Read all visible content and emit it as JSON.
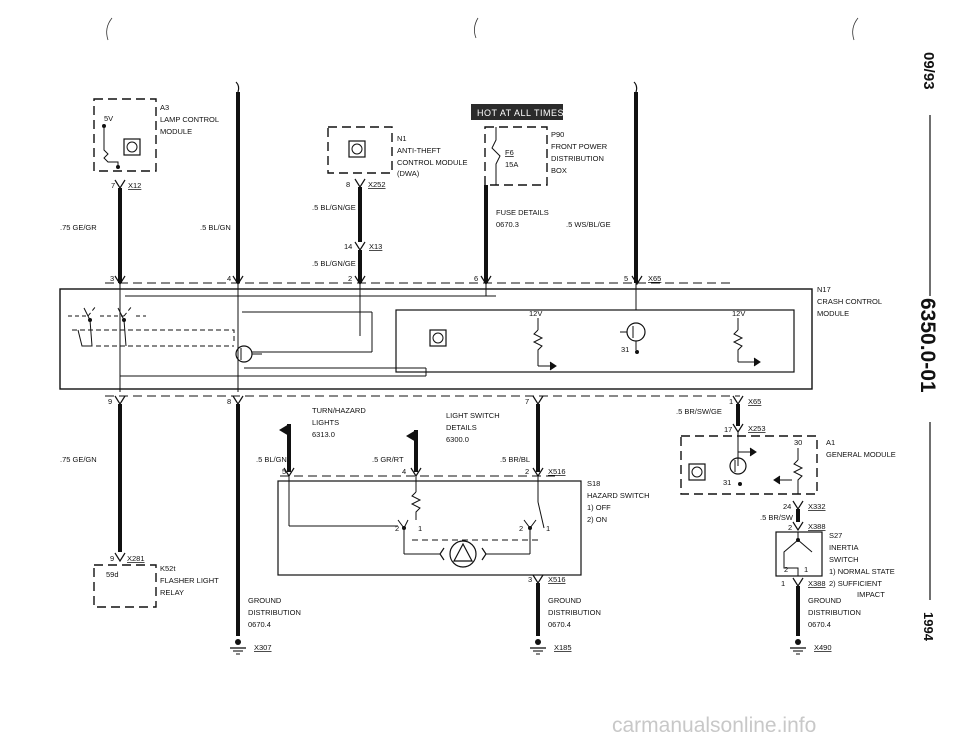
{
  "header": {
    "banner": "HOT AT ALL TIMES"
  },
  "side": {
    "date": "09/93",
    "section": "6350.0-01",
    "year": "1994"
  },
  "watermark": "carmanualsonline.info",
  "components": {
    "a3": {
      "id": "A3",
      "line1": "LAMP CONTROL",
      "line2": "MODULE",
      "volt": "5V",
      "conn": "X12",
      "pin": "7"
    },
    "n1": {
      "id": "N1",
      "line1": "ANTI-THEFT",
      "line2": "CONTROL MODULE",
      "line3": "(DWA)",
      "conn": "X252",
      "pin": "8"
    },
    "p90": {
      "id": "P90",
      "line1": "FRONT POWER",
      "line2": "DISTRIBUTION",
      "line3": "BOX",
      "fuse": "F6",
      "amp": "15A"
    },
    "n17": {
      "id": "N17",
      "line1": "CRASH CONTROL",
      "line2": "MODULE",
      "v1": "12V",
      "v2": "12V",
      "pin31": "31"
    },
    "a1": {
      "id": "A1",
      "line1": "GENERAL MODULE",
      "pin30": "30",
      "pin31": "31",
      "conn": "X253",
      "pin": "17"
    },
    "s18": {
      "id": "S18",
      "line1": "HAZARD SWITCH",
      "line2": "1)  OFF",
      "line3": "2)  ON",
      "conn_top": "X516",
      "conn_bot": "X516"
    },
    "s27": {
      "id": "S27",
      "line1": "INERTIA",
      "line2": "SWITCH",
      "line3": "1)  NORMAL STATE",
      "line4": "2)  SUFFICIENT",
      "line5": "IMPACT",
      "conn_top": "X332",
      "conn_mid": "X388",
      "conn_bot": "X388"
    },
    "k52": {
      "id": "K52t",
      "pin": "59d",
      "line1": "FLASHER LIGHT",
      "line2": "RELAY",
      "conn": "X281"
    }
  },
  "wires": {
    "w1": ".75 GE/GR",
    "w2": ".5 BL/GN",
    "w3": ".5 BL/GN/GE",
    "w4": ".5 BL/GN/GE",
    "w5": ".5 WS/BL/GE",
    "w6": ".75 GE/GN",
    "w7": ".5 BL/GN",
    "w8": ".5 GR/RT",
    "w9": ".5 BR/BL",
    "w10": ".5 BR/SW/GE",
    "w11": ".5 BR/SW"
  },
  "connectors": {
    "x13": "X13",
    "x13pin": "14",
    "x65": "X65",
    "x65b": "X65",
    "x307": "X307",
    "x185": "X185",
    "x490": "X490"
  },
  "pins": {
    "p3": "3",
    "p4": "4",
    "p2": "2",
    "p6": "6",
    "p5": "5",
    "p9": "9",
    "p8": "8",
    "p7": "7",
    "p1": "1",
    "s18_5": "5",
    "s18_4": "4",
    "s18_2": "2",
    "s18_3": "3",
    "k_9": "9",
    "s27_24": "24",
    "s27_2": "2",
    "s27_1": "1"
  },
  "refs": {
    "turn_title": "TURN/HAZARD",
    "turn_line2": "LIGHTS",
    "turn_ref": "6313.0",
    "light_title": "LIGHT SWITCH",
    "light_line2": "DETAILS",
    "light_ref": "6300.0",
    "fuse_title": "FUSE DETAILS",
    "fuse_ref": "0670.3",
    "gnd1_a": "GROUND",
    "gnd1_b": "DISTRIBUTION",
    "gnd1_c": "0670.4",
    "gnd2_a": "GROUND",
    "gnd2_b": "DISTRIBUTION",
    "gnd2_c": "0670.4",
    "gnd3_a": "GROUND",
    "gnd3_b": "DISTRIBUTION",
    "gnd3_c": "0670.4"
  }
}
